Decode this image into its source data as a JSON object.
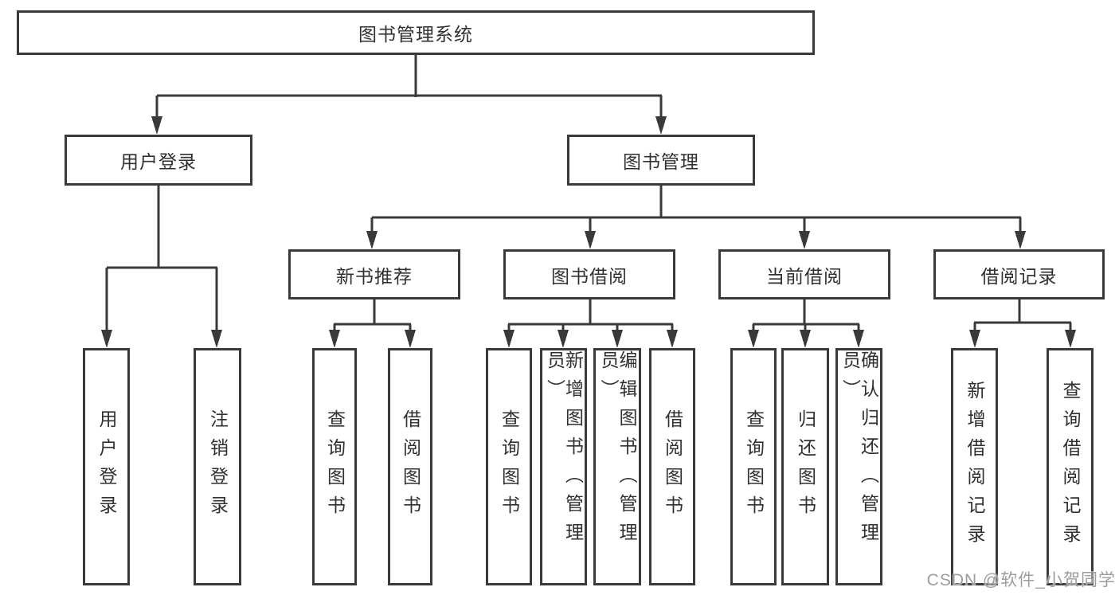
{
  "diagram": {
    "title": "图书管理系统",
    "tree": {
      "root": "图书管理系统",
      "level2": [
        {
          "label": "用户登录",
          "children": [
            "用户登录",
            "注销登录"
          ]
        },
        {
          "label": "图书管理",
          "children": [
            {
              "label": "新书推荐",
              "children": [
                "查询图书",
                "借阅图书"
              ]
            },
            {
              "label": "图书借阅",
              "children": [
                "查询图书",
                "新增图书（管理员）",
                "编辑图书（管理员）",
                "借阅图书"
              ]
            },
            {
              "label": "当前借阅",
              "children": [
                "查询图书",
                "归还图书",
                "确认归还（管理员）"
              ]
            },
            {
              "label": "借阅记录",
              "children": [
                "新增借阅记录",
                "查询借阅记录"
              ]
            }
          ]
        }
      ]
    },
    "colors": {
      "line": "#3a3a3a",
      "box_border": "#3a3a3a",
      "box_background": "#ffffff",
      "text": "#303030",
      "watermark": "#9d9d9d"
    },
    "watermark": "CSDN @软件_小贺同学"
  }
}
